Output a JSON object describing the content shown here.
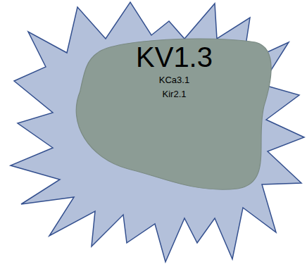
{
  "diagram": {
    "nodes": [
      {
        "text": [
          "KV1.3",
          "KCa3.1",
          "Kir2.1"
        ]
      }
    ]
  }
}
